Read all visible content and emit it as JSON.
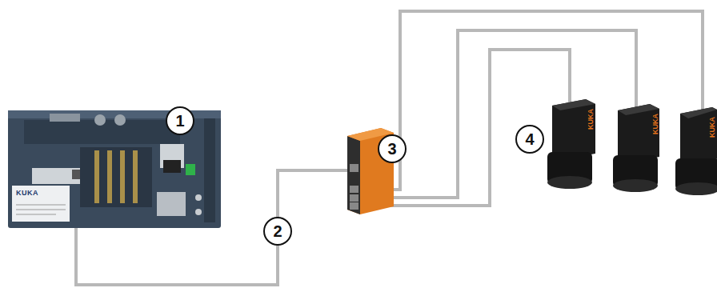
{
  "diagram": {
    "labels": [
      "1",
      "2",
      "3",
      "4",
      "KUKA",
      "KUKA",
      "KUKA",
      "KUKA"
    ]
  }
}
